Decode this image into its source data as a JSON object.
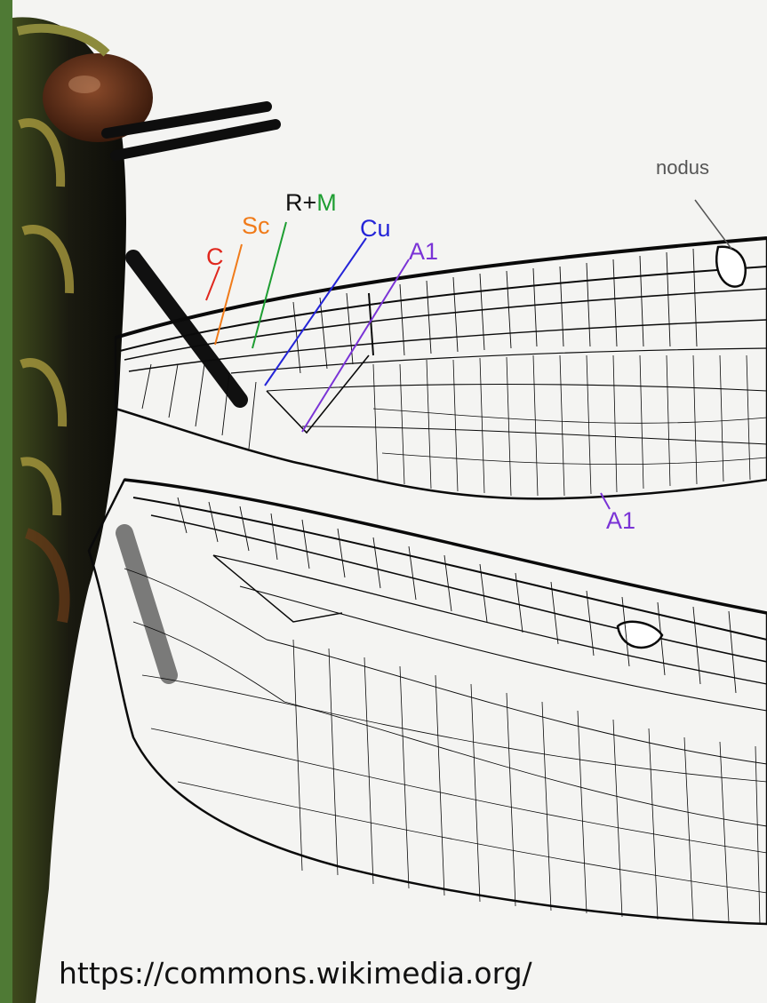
{
  "labels": {
    "nodus": "nodus",
    "c": "C",
    "sc": "Sc",
    "r": "R",
    "plus": "+",
    "m": "M",
    "cu": "Cu",
    "a1_upper": "A1",
    "a1_lower": "A1"
  },
  "colors": {
    "c": "#e0281e",
    "sc": "#f07b1a",
    "r": "#111111",
    "m": "#1e9e32",
    "cu": "#2424d8",
    "a1": "#7a33d6",
    "nodus": "#555555"
  },
  "credit": "https://commons.wikimedia.org/"
}
